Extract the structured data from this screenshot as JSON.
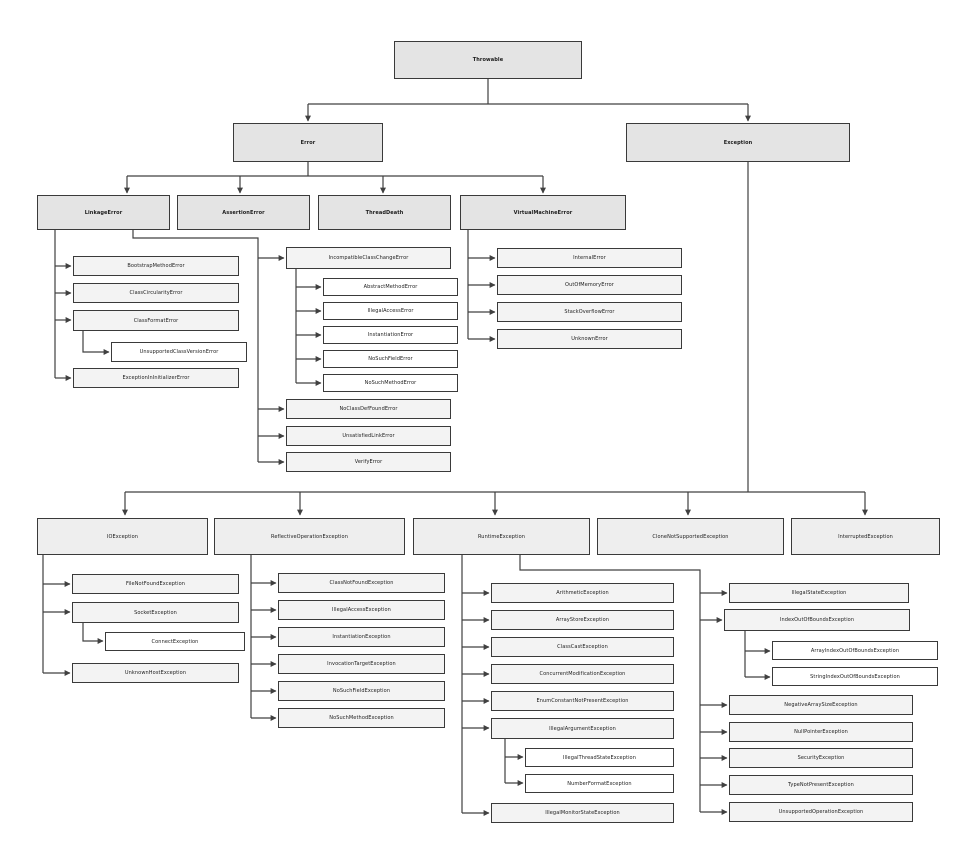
{
  "nodes": {
    "throwable": "Throwable",
    "error": "Error",
    "exception": "Exception",
    "linkage_error": "LinkageError",
    "assertion_error": "AssertionError",
    "thread_death": "ThreadDeath",
    "virtual_machine_error": "VirtualMachineError",
    "bootstrap_method_error": "BootstrapMethodError",
    "class_circularity_error": "ClassCircularityError",
    "class_format_error": "ClassFormatError",
    "unsupported_class_version_error": "UnsupportedClassVersionError",
    "exception_in_initializer_error": "ExceptionInInitializerError",
    "incompatible_class_change_error": "IncompatibleClassChangeError",
    "abstract_method_error": "AbstractMethodError",
    "illegal_access_error": "IllegalAccessError",
    "instantiation_error": "InstantiationError",
    "no_such_field_error": "NoSuchFieldError",
    "no_such_method_error": "NoSuchMethodError",
    "no_class_def_found_error": "NoClassDefFoundError",
    "unsatisfied_link_error": "UnsatisfiedLinkError",
    "verify_error": "VerifyError",
    "internal_error": "InternalError",
    "out_of_memory_error": "OutOfMemoryError",
    "stack_overflow_error": "StackOverflowError",
    "unknown_error": "UnknownError",
    "io_exception": "IOException",
    "reflective_operation_exception": "ReflectiveOperationException",
    "runtime_exception": "RuntimeException",
    "clone_not_supported_exception": "CloneNotSupportedException",
    "interrupted_exception": "InterruptedException",
    "file_not_found_exception": "FileNotFoundException",
    "socket_exception": "SocketException",
    "connect_exception": "ConnectException",
    "unknown_host_exception": "UnknownHostException",
    "class_not_found_exception": "ClassNotFoundException",
    "illegal_access_exception": "IllegalAccessException",
    "instantiation_exception": "InstantiationException",
    "invocation_target_exception": "InvocationTargetException",
    "no_such_field_exception": "NoSuchFieldException",
    "no_such_method_exception": "NoSuchMethodException",
    "arithmetic_exception": "ArithmeticException",
    "array_store_exception": "ArrayStoreException",
    "class_cast_exception": "ClassCastException",
    "concurrent_modification_exception": "ConcurrentModificationException",
    "enum_constant_not_present_exception": "EnumConstantNotPresentException",
    "illegal_argument_exception": "IllegalArgumentException",
    "illegal_thread_state_exception": "IllegalThreadStateException",
    "number_format_exception": "NumberFormatException",
    "illegal_monitor_state_exception": "IllegalMonitorStateException",
    "illegal_state_exception": "IllegalStateException",
    "index_out_of_bounds_exception": "IndexOutOfBoundsException",
    "array_index_out_of_bounds_exception": "ArrayIndexOutOfBoundsException",
    "string_index_out_of_bounds_exception": "StringIndexOutOfBoundsException",
    "negative_array_size_exception": "NegativeArraySizeException",
    "null_pointer_exception": "NullPointerException",
    "security_exception": "SecurityException",
    "type_not_present_exception": "TypeNotPresentException",
    "unsupported_operation_exception": "UnsupportedOperationException"
  },
  "colors": {
    "box_fill": "#e4e4e4",
    "box_border": "#3a3a3a",
    "connector": "#404040"
  }
}
